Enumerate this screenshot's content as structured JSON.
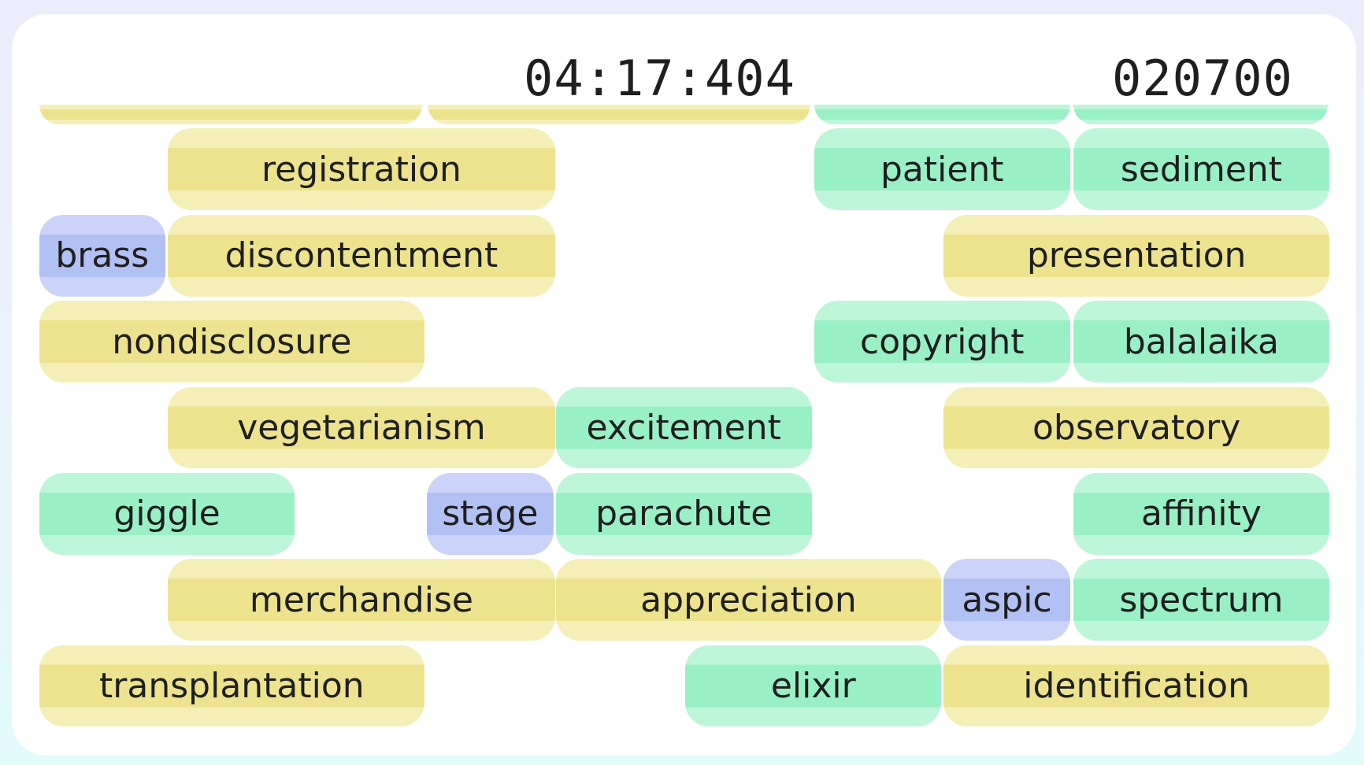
{
  "hud": {
    "timer": "04:17:404",
    "score": "020700"
  },
  "colors": {
    "yellow": "#ede38f",
    "green": "#9af0c5",
    "blue": "#b2c1f3"
  },
  "tiles": [
    {
      "word": "registration",
      "color": "yellow"
    },
    {
      "word": "patient",
      "color": "green"
    },
    {
      "word": "sediment",
      "color": "green"
    },
    {
      "word": "brass",
      "color": "blue"
    },
    {
      "word": "discontentment",
      "color": "yellow"
    },
    {
      "word": "presentation",
      "color": "yellow"
    },
    {
      "word": "nondisclosure",
      "color": "yellow"
    },
    {
      "word": "copyright",
      "color": "green"
    },
    {
      "word": "balalaika",
      "color": "green"
    },
    {
      "word": "vegetarianism",
      "color": "yellow"
    },
    {
      "word": "excitement",
      "color": "green"
    },
    {
      "word": "observatory",
      "color": "yellow"
    },
    {
      "word": "giggle",
      "color": "green"
    },
    {
      "word": "stage",
      "color": "blue"
    },
    {
      "word": "parachute",
      "color": "green"
    },
    {
      "word": "affinity",
      "color": "green"
    },
    {
      "word": "merchandise",
      "color": "yellow"
    },
    {
      "word": "appreciation",
      "color": "yellow"
    },
    {
      "word": "aspic",
      "color": "blue"
    },
    {
      "word": "spectrum",
      "color": "green"
    },
    {
      "word": "transplantation",
      "color": "yellow"
    },
    {
      "word": "elixir",
      "color": "green"
    },
    {
      "word": "identification",
      "color": "yellow"
    }
  ]
}
